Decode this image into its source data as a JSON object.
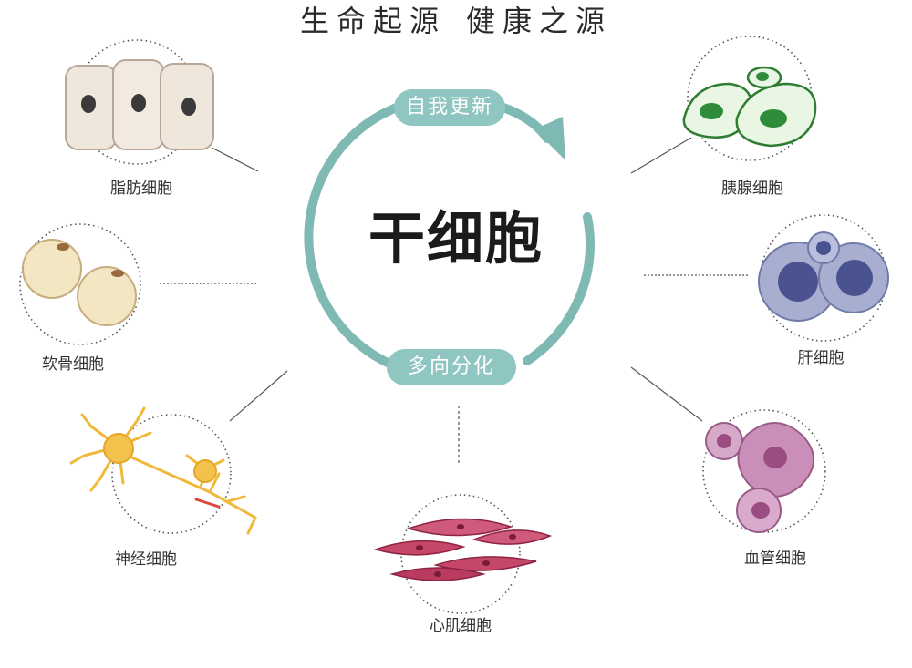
{
  "header": {
    "left": "生命起源",
    "right": "健康之源"
  },
  "center": {
    "title": "干细胞"
  },
  "cycle": {
    "top_label": "自我更新",
    "bottom_label": "多向分化",
    "ring_color": "#7fb9b3"
  },
  "cells": [
    {
      "key": "fat",
      "label": "脂肪细胞",
      "color": "#efe6dc"
    },
    {
      "key": "cartilage",
      "label": "软骨细胞",
      "color": "#f3e6c3"
    },
    {
      "key": "nerve",
      "label": "神经细胞",
      "color": "#f3c24c"
    },
    {
      "key": "heart",
      "label": "心肌细胞",
      "color": "#c5476a"
    },
    {
      "key": "blood",
      "label": "血管细胞",
      "color": "#c98fb8"
    },
    {
      "key": "liver",
      "label": "肝细胞",
      "color": "#a7aed0"
    },
    {
      "key": "pancreas",
      "label": "胰腺细胞",
      "color": "#4aa34a"
    }
  ]
}
